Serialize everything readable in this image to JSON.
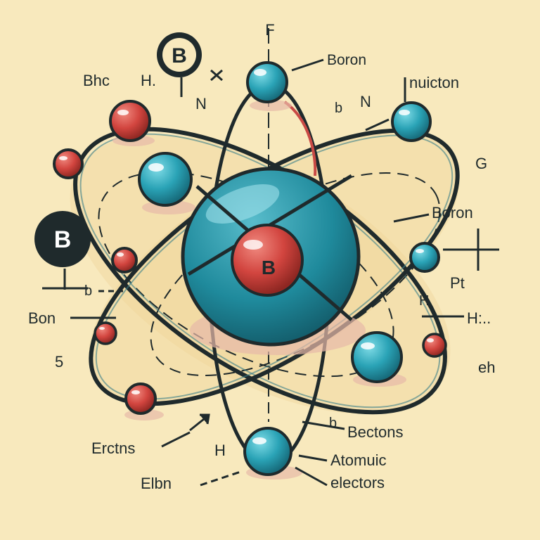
{
  "colors": {
    "background": "#f8e9bd",
    "ink": "#1f2a2c",
    "electron_teal": "#2aa3b6",
    "proton_red": "#d2453f",
    "orbit_fill": "#f1d9a2",
    "shadow": "#e7b9a8"
  },
  "nucleus": {
    "symbol": "B"
  },
  "badges": {
    "top": "B",
    "left": "B"
  },
  "labels": {
    "top_letter": "F",
    "boron_top": "Boron",
    "bhc": "Bhc",
    "h_dot": "H.",
    "n_left": "N",
    "nuicton": "nuicton",
    "b_small_top": "b",
    "n_right": "N",
    "g": "G",
    "boron_right": "Boron",
    "pt": "Pt",
    "b_small_left": "b",
    "h_right": "H",
    "h_colon": "H:..",
    "bon": "Bon",
    "five": "5",
    "eh": "eh",
    "b_small_bottom": "b",
    "bectons": "Bectons",
    "erctns": "Erctns",
    "h_bottom": "H",
    "atomuic": "Atomuic",
    "electors": "electors",
    "elbn": "Elbn"
  }
}
